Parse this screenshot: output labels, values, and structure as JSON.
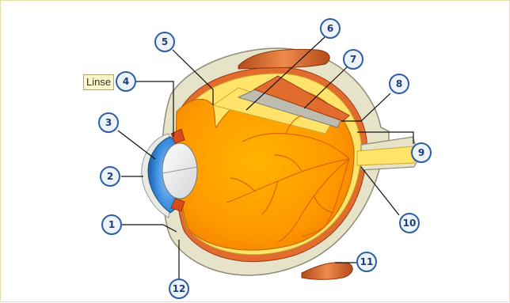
{
  "tooltip": {
    "text": "Linse"
  },
  "callouts": [
    "1",
    "2",
    "3",
    "4",
    "5",
    "6",
    "7",
    "8",
    "9",
    "10",
    "11",
    "12"
  ],
  "colors": {
    "vitreous": "#ff9a00",
    "cornea": "#3b8fe0",
    "sclera": "#e6e3c9",
    "choroid": "#e26b2e",
    "retina": "#ffe36a",
    "callout_ring": "#2e5fa4",
    "callout_fill": "#eef2f9",
    "leader": "#111111",
    "muscle": "#d9662b"
  },
  "icons": {
    "tooltip_bg": "tooltip-box"
  }
}
